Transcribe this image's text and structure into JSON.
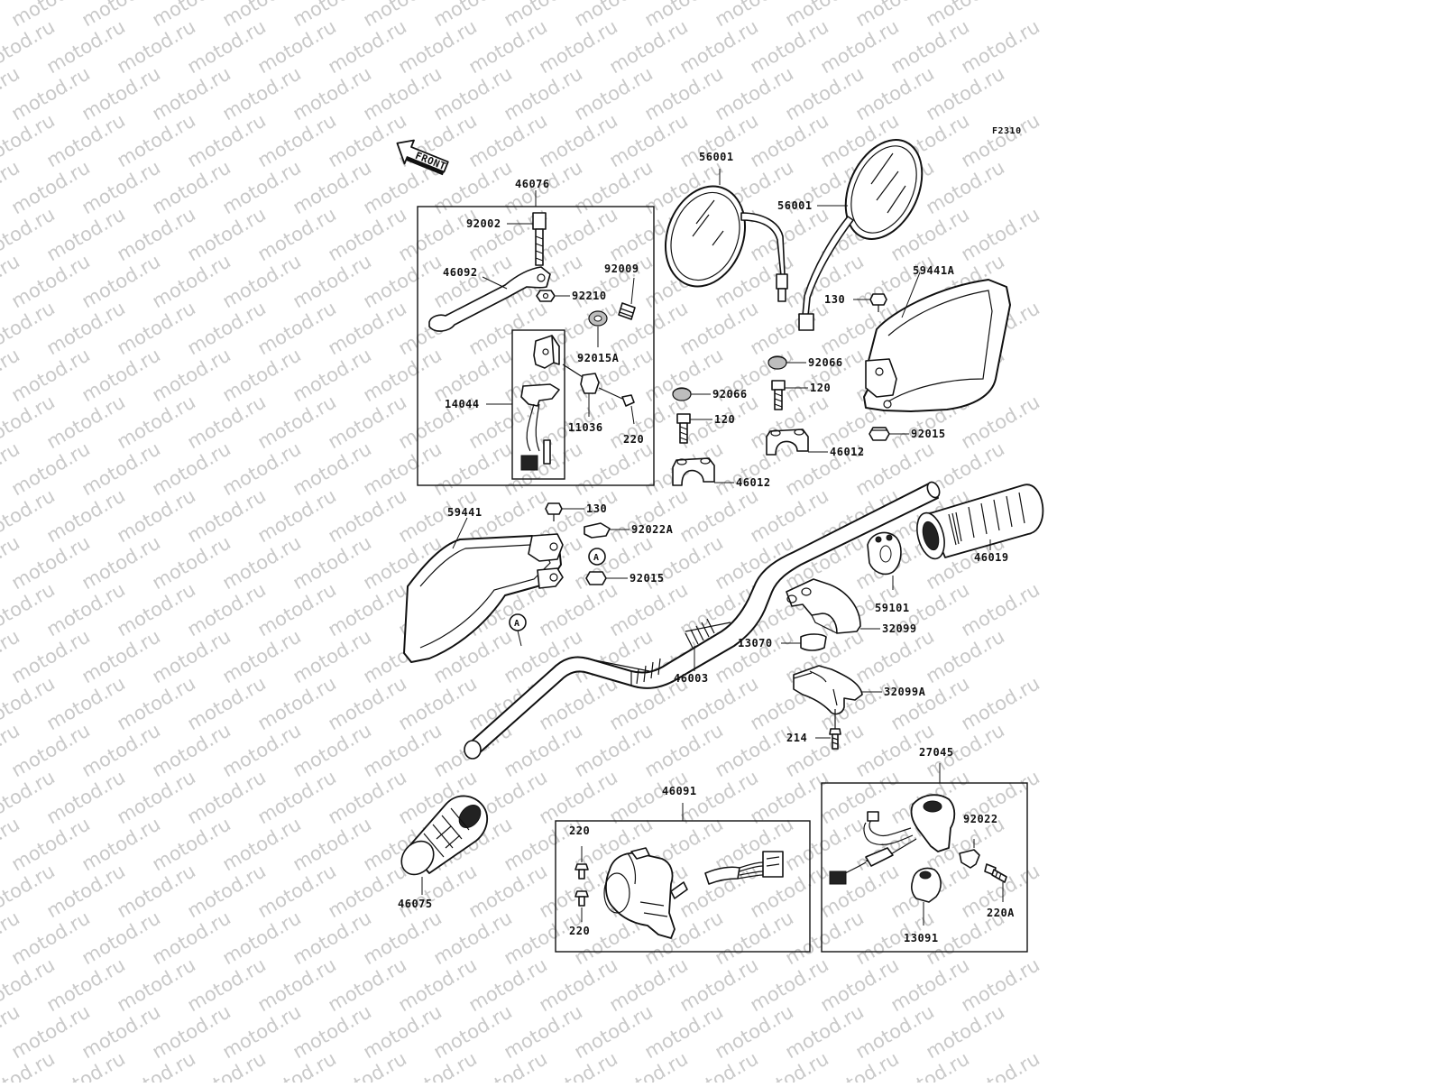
{
  "watermark": "motod.ru",
  "figure_code": "F2310",
  "front_label": "FRONT",
  "ref_marker": "A",
  "labels": {
    "46076": "46076",
    "92002": "92002",
    "46092": "46092",
    "92009": "92009",
    "92210": "92210",
    "92015A": "92015A",
    "14044": "14044",
    "11036": "11036",
    "220_left": "220",
    "56001_left": "56001",
    "56001_right": "56001",
    "59441A": "59441A",
    "130_top": "130",
    "92066_top": "92066",
    "120_top": "120",
    "92066_left": "92066",
    "120_left": "120",
    "92015_top": "92015",
    "46012_top": "46012",
    "46012_low": "46012",
    "59441": "59441",
    "130_low": "130",
    "92022A": "92022A",
    "92015_low": "92015",
    "46019": "46019",
    "59101": "59101",
    "32099": "32099",
    "13070": "13070",
    "46003": "46003",
    "32099A": "32099A",
    "214": "214",
    "27045": "27045",
    "92022": "92022",
    "220A": "220A",
    "13091": "13091",
    "46091": "46091",
    "220_sw_top": "220",
    "220_sw_bot": "220",
    "46075": "46075"
  }
}
